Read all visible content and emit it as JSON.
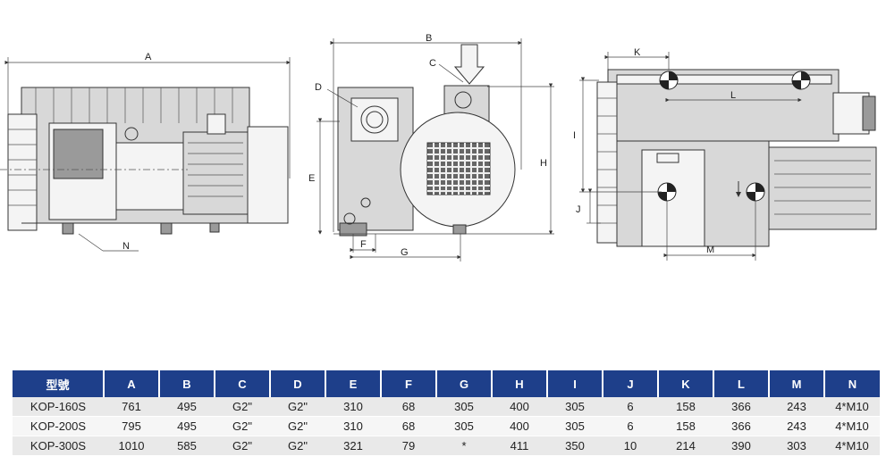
{
  "drawing_labels": {
    "side": {
      "A": "A",
      "N": "N"
    },
    "front": {
      "B": "B",
      "C": "C",
      "D": "D",
      "E": "E",
      "F": "F",
      "G": "G",
      "H": "H"
    },
    "top": {
      "K": "K",
      "L": "L",
      "I": "I",
      "J": "J",
      "M": "M"
    }
  },
  "table": {
    "headers": [
      "型號",
      "A",
      "B",
      "C",
      "D",
      "E",
      "F",
      "G",
      "H",
      "I",
      "J",
      "K",
      "L",
      "M",
      "N"
    ],
    "rows": [
      [
        "KOP-160S",
        "761",
        "495",
        "G2\"",
        "G2\"",
        "310",
        "68",
        "305",
        "400",
        "305",
        "6",
        "158",
        "366",
        "243",
        "4*M10"
      ],
      [
        "KOP-200S",
        "795",
        "495",
        "G2\"",
        "G2\"",
        "310",
        "68",
        "305",
        "400",
        "305",
        "6",
        "158",
        "366",
        "243",
        "4*M10"
      ],
      [
        "KOP-300S",
        "1010",
        "585",
        "G2\"",
        "G2\"",
        "321",
        "79",
        "*",
        "411",
        "350",
        "10",
        "214",
        "390",
        "303",
        "4*M10"
      ]
    ]
  }
}
